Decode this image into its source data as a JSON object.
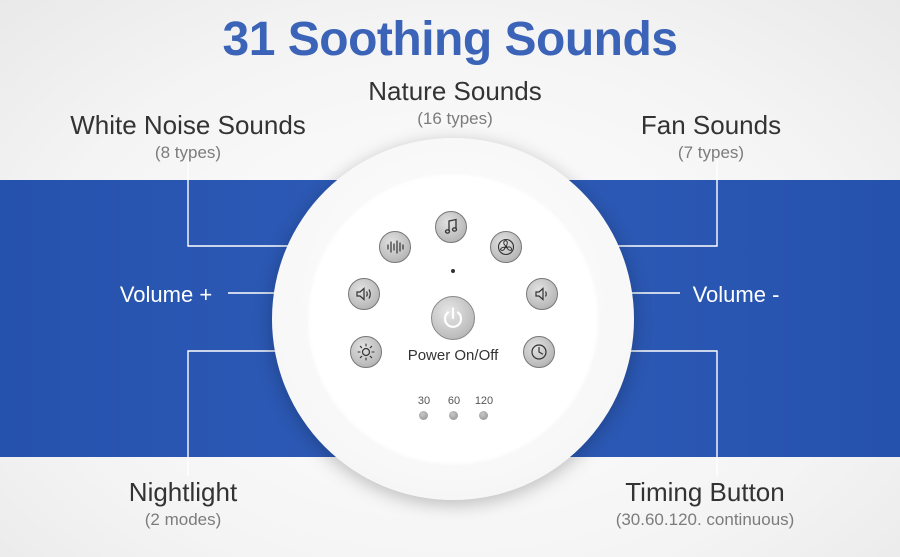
{
  "title": "31 Soothing Sounds",
  "labels": {
    "nature": {
      "main": "Nature Sounds",
      "sub": "(16 types)"
    },
    "white_noise": {
      "main": "White Noise Sounds",
      "sub": "(8 types)"
    },
    "fan": {
      "main": "Fan Sounds",
      "sub": "(7 types)"
    },
    "volume_up": {
      "main": "Volume +"
    },
    "volume_down": {
      "main": "Volume -"
    },
    "nightlight": {
      "main": "Nightlight",
      "sub": "(2 modes)"
    },
    "timing": {
      "main": "Timing Button",
      "sub": "(30.60.120. continuous)"
    }
  },
  "device": {
    "power_label": "Power On/Off",
    "timers": [
      "30",
      "60",
      "120"
    ]
  },
  "icons": {
    "nature": "music-note-icon",
    "white_noise": "sound-wave-icon",
    "fan": "fan-icon",
    "volume_up": "speaker-up-icon",
    "volume_down": "speaker-down-icon",
    "nightlight": "sun-icon",
    "timing": "clock-icon",
    "power": "power-icon"
  },
  "colors": {
    "title": "#3b63b7",
    "band": "#2a57b2",
    "text": "#333333",
    "subtext": "#7c7c7c"
  }
}
